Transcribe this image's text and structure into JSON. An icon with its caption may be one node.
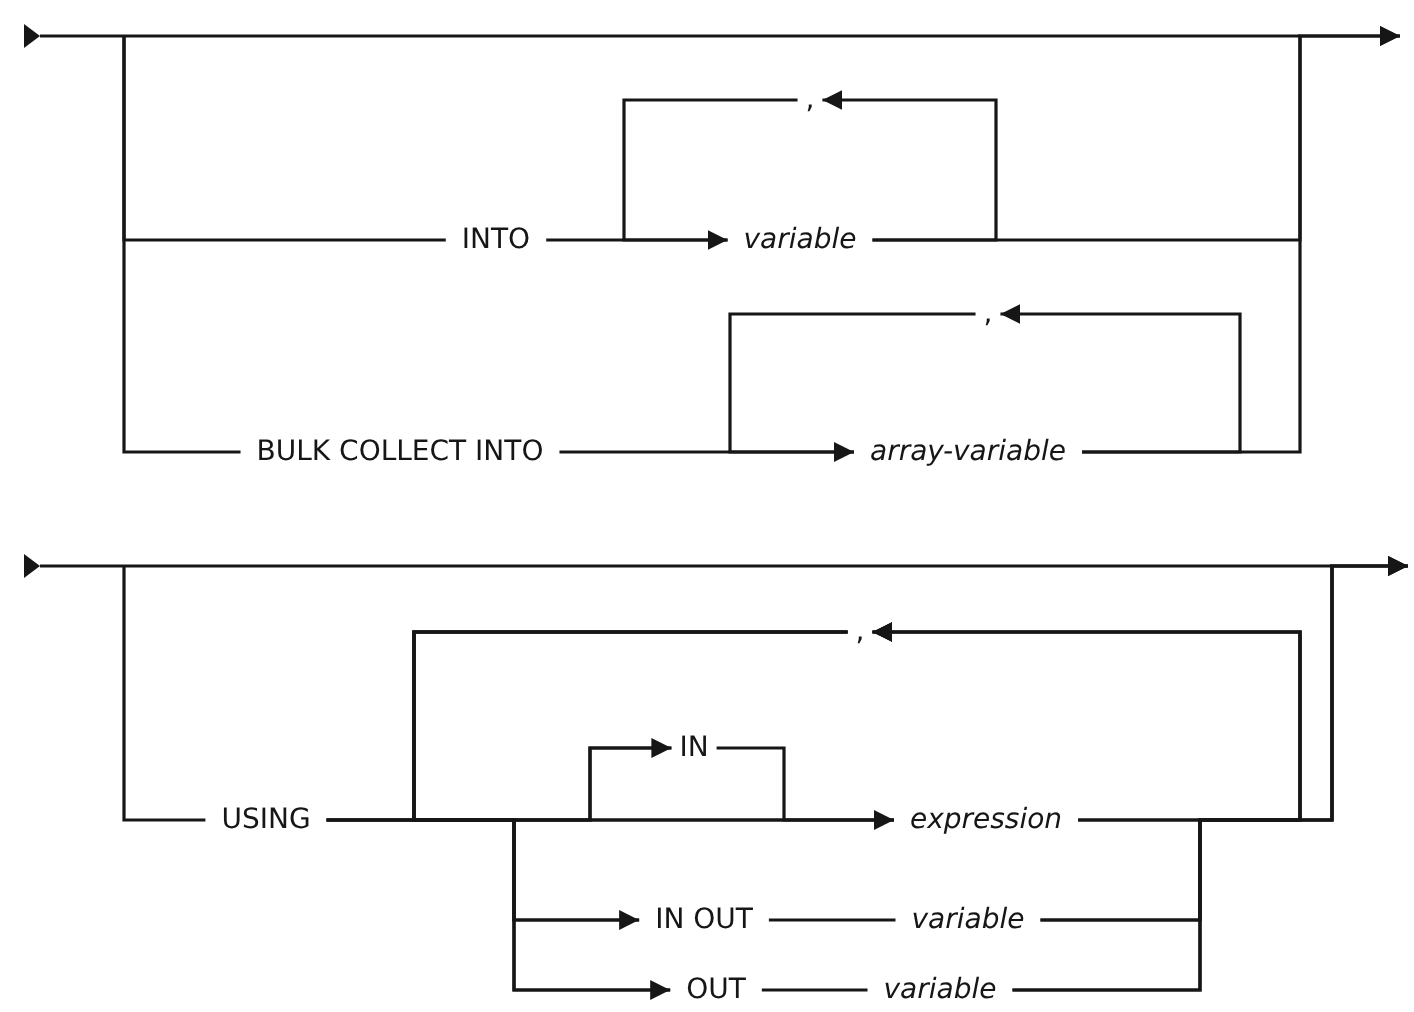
{
  "diagram": {
    "nodes": [
      {
        "text": [
          ","
        ]
      },
      {
        "text": [
          "INTO"
        ]
      },
      {
        "text": [
          "variable"
        ]
      },
      {
        "text": [
          ","
        ]
      },
      {
        "text": [
          "BULK COLLECT INTO"
        ]
      },
      {
        "text": [
          "array-variable"
        ]
      },
      {
        "text": [
          ","
        ]
      },
      {
        "text": [
          "IN"
        ]
      },
      {
        "text": [
          "USING"
        ]
      },
      {
        "text": [
          "expression"
        ]
      },
      {
        "text": [
          "IN OUT"
        ]
      },
      {
        "text": [
          "variable"
        ]
      },
      {
        "text": [
          "OUT"
        ]
      },
      {
        "text": [
          "variable"
        ]
      }
    ],
    "edges": [
      {
        "from": null,
        "to": 1,
        "arrow": "none"
      },
      {
        "from": 1,
        "to": 2,
        "arrow": "none"
      },
      {
        "from": 2,
        "to": null,
        "arrow": "to"
      },
      {
        "from": 2,
        "to": 0,
        "arrow": "to"
      },
      {
        "from": 0,
        "to": 2,
        "arrow": "to"
      },
      {
        "from": null,
        "to": 4,
        "arrow": "none"
      },
      {
        "from": 4,
        "to": 5,
        "arrow": "none"
      },
      {
        "from": 5,
        "to": null,
        "arrow": "to"
      },
      {
        "from": 5,
        "to": 3,
        "arrow": "to"
      },
      {
        "from": 3,
        "to": 5,
        "arrow": "to"
      },
      {
        "from": null,
        "to": 8,
        "arrow": "none"
      },
      {
        "from": 8,
        "to": 7,
        "arrow": "none"
      },
      {
        "from": 7,
        "to": 9,
        "arrow": "none"
      },
      {
        "from": 8,
        "to": 9,
        "arrow": "none"
      },
      {
        "from": 8,
        "to": 10,
        "arrow": "none"
      },
      {
        "from": 8,
        "to": 12,
        "arrow": "none"
      },
      {
        "from": 10,
        "to": 11,
        "arrow": "none"
      },
      {
        "from": 12,
        "to": 13,
        "arrow": "none"
      },
      {
        "from": 9,
        "to": null,
        "arrow": "to"
      },
      {
        "from": 11,
        "to": null,
        "arrow": "to"
      },
      {
        "from": 13,
        "to": null,
        "arrow": "to"
      },
      {
        "from": 9,
        "to": 6,
        "arrow": "to"
      },
      {
        "from": 11,
        "to": 6,
        "arrow": "to"
      },
      {
        "from": 13,
        "to": 6,
        "arrow": "to"
      },
      {
        "from": 6,
        "to": 7,
        "arrow": "to"
      },
      {
        "from": 6,
        "to": 9,
        "arrow": "to"
      },
      {
        "from": 6,
        "to": 10,
        "arrow": "to"
      },
      {
        "from": 6,
        "to": 12,
        "arrow": "to"
      }
    ]
  }
}
